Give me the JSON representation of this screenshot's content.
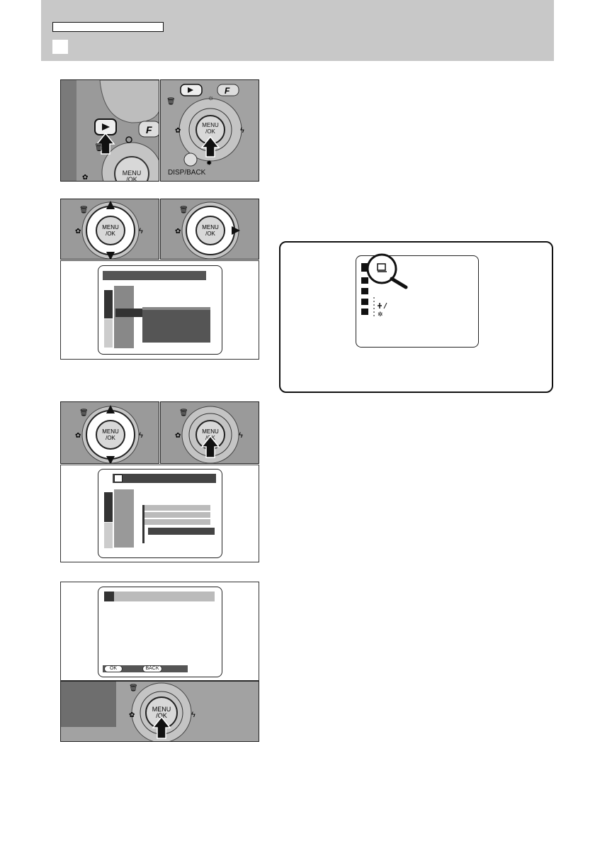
{
  "header": {
    "title_box": "",
    "section_marker": ""
  },
  "camera": {
    "menu_ok_label": "MENU\n/OK",
    "disp_back_label": "DISP/BACK"
  },
  "step3": {
    "softkeys": {
      "ok": "OK",
      "back": "BACK"
    }
  },
  "colors": {
    "header_bg": "#c8c8c8",
    "panel_bg": "#9a9a9a",
    "menu_bar": "#555555"
  },
  "icons": [
    "playback-icon",
    "f-mode-icon",
    "trash-icon",
    "brightness-icon",
    "macro-icon",
    "flash-icon",
    "self-timer-icon",
    "magnifier-icon",
    "print-icon"
  ]
}
